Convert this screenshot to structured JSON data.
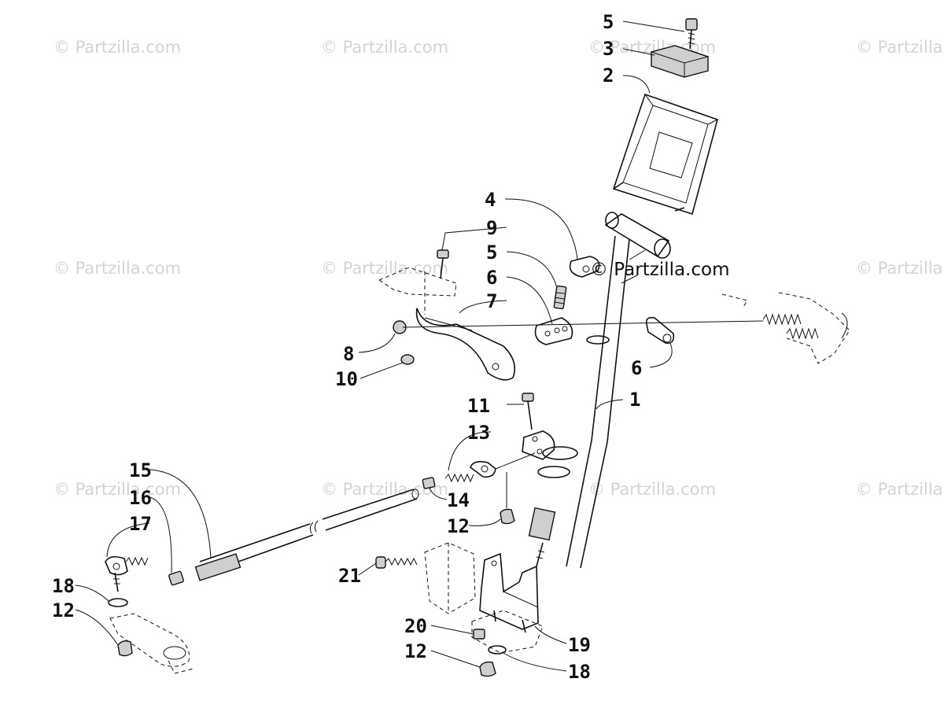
{
  "watermark": {
    "text": "© Partzilla.com",
    "center_text": "© Partzilla.com"
  },
  "callouts": {
    "c1": "1",
    "c2": "2",
    "c3": "3",
    "c4": "4",
    "c5a": "5",
    "c5b": "5",
    "c6a": "6",
    "c6b": "6",
    "c7": "7",
    "c8": "8",
    "c9": "9",
    "c10": "10",
    "c11": "11",
    "c12a": "12",
    "c12b": "12",
    "c12c": "12",
    "c13": "13",
    "c14": "14",
    "c15": "15",
    "c16": "16",
    "c17": "17",
    "c18a": "18",
    "c18b": "18",
    "c19": "19",
    "c20": "20",
    "c21": "21"
  }
}
